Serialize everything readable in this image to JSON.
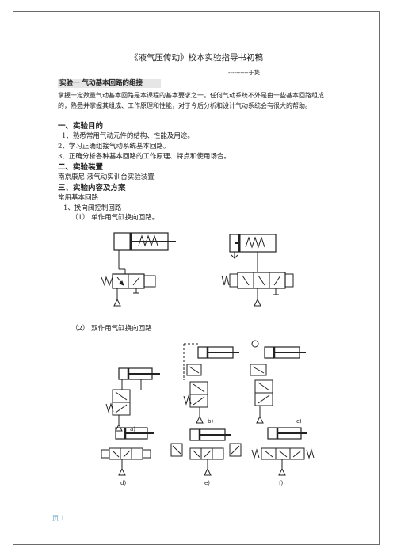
{
  "title": "《液气压传动》校本实验指导书初稿",
  "author": "----------于隽",
  "experiment1": {
    "heading": "实验一  气动基本回路的组接",
    "intro": "掌握一定数量气动基本回路是本课程的基本要求之一。任何气动系统不外是由一些基本回路组成的，熟悉并掌握其组成、工作原理和性能，对于今后分析和设计气动系统会有很大的帮助。"
  },
  "section1": {
    "heading": "一、实验目的",
    "items": [
      "1、熟悉常用气动元件的结构、性能及用途。",
      "2、学习正确组接气动系统基本回路。",
      "3、正确分析各种基本回路的工作原理、特点和使用场合。"
    ]
  },
  "section2": {
    "heading": "二、实验装置",
    "text": "南京康尼 液气动实训台实验装置"
  },
  "section3": {
    "heading": "三、实验内容及方案",
    "sub": "常用基本回路",
    "item1": "1、换向阀控制回路",
    "sub1": "（1）    单作用气缸换向回路。",
    "sub2": "（2）    双作用气缸换向回路"
  },
  "figure2_labels": [
    "a)",
    "b)",
    "c)",
    "d)",
    "e)",
    "f)"
  ],
  "footer": "页  1"
}
